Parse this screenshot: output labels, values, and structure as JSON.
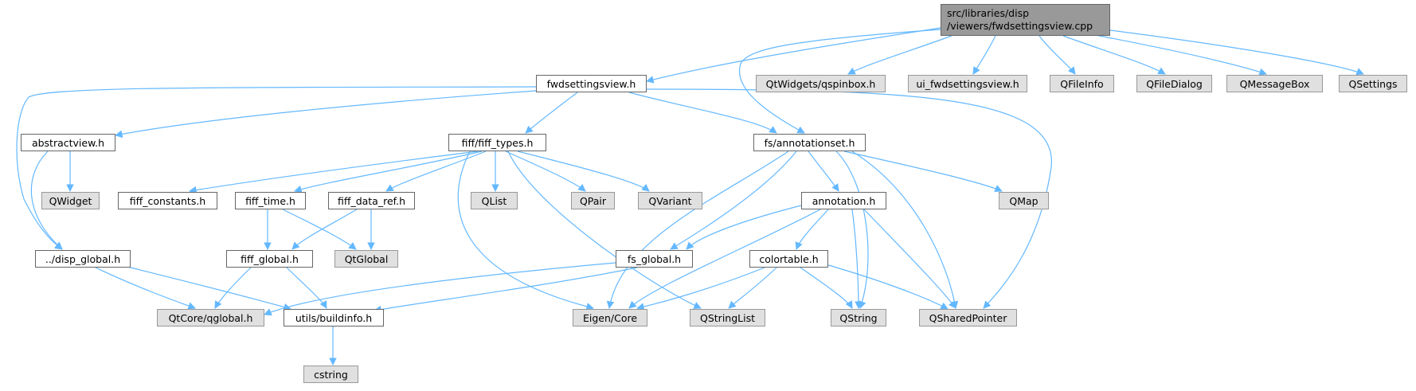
{
  "colors": {
    "edge": "#63b8ff",
    "node_border": "#666666",
    "ext_fill": "#e0e0e0",
    "root_fill": "#999999"
  },
  "diagram": {
    "root": {
      "line1": "src/libraries/disp",
      "line2": "/viewers/fwdsettingsview.cpp"
    },
    "nodes": {
      "fwdsettingsview_h": "fwdsettingsview.h",
      "qspinbox": "QtWidgets/qspinbox.h",
      "ui_fwdsettingsview": "ui_fwdsettingsview.h",
      "qfileinfo": "QFileInfo",
      "qfiledialog": "QFileDialog",
      "qmessagebox": "QMessageBox",
      "qsettings": "QSettings",
      "abstractview": "abstractview.h",
      "fiff_types": "fiff/fiff_types.h",
      "annotationset": "fs/annotationset.h",
      "qwidget": "QWidget",
      "fiff_constants": "fiff_constants.h",
      "fiff_time": "fiff_time.h",
      "fiff_data_ref": "fiff_data_ref.h",
      "qlist": "QList",
      "qpair": "QPair",
      "qvariant": "QVariant",
      "annotation": "annotation.h",
      "qmap": "QMap",
      "disp_global": "../disp_global.h",
      "fiff_global": "fiff_global.h",
      "qtglobal": "QtGlobal",
      "fs_global": "fs_global.h",
      "colortable": "colortable.h",
      "qtcore_qglobal": "QtCore/qglobal.h",
      "buildinfo": "utils/buildinfo.h",
      "eigen_core": "Eigen/Core",
      "qstringlist": "QStringList",
      "qstring": "QString",
      "qsharedpointer": "QSharedPointer",
      "cstring": "cstring"
    }
  }
}
